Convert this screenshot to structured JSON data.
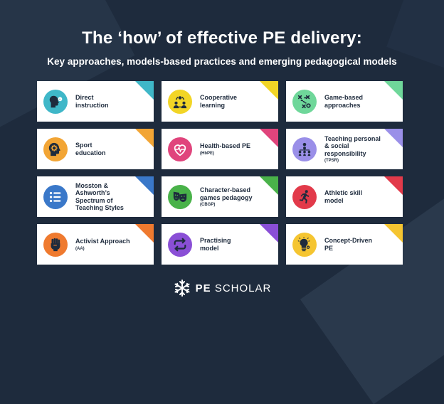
{
  "header": {
    "title": "The ‘how’ of effective PE delivery:",
    "subtitle": "Key approaches, models-based practices and emerging pedagogical models"
  },
  "cards": [
    {
      "label": "Direct\ninstruction",
      "abbr": "",
      "icon": "speaking-head-icon",
      "icon_color": "#3fb7c8",
      "corner_color": "#3fb7c8"
    },
    {
      "label": "Cooperative\nlearning",
      "abbr": "",
      "icon": "team-icon",
      "icon_color": "#f2d526",
      "corner_color": "#f2d526"
    },
    {
      "label": "Game-based\napproaches",
      "abbr": "",
      "icon": "tactics-icon",
      "icon_color": "#6fd79a",
      "corner_color": "#6fd79a"
    },
    {
      "label": "Sport\neducation",
      "abbr": "",
      "icon": "gear-head-icon",
      "icon_color": "#f2a535",
      "corner_color": "#f2a535"
    },
    {
      "label": "Health-based PE",
      "abbr": "(HbPE)",
      "icon": "heartbeat-icon",
      "icon_color": "#e0447c",
      "corner_color": "#e0447c"
    },
    {
      "label": "Teaching personal\n& social\nresponsibility",
      "abbr": "(TPSR)",
      "icon": "hierarchy-icon",
      "icon_color": "#9a8fe8",
      "corner_color": "#9a8fe8"
    },
    {
      "label": "Mosston &\nAshworth’s\nSpectrum of\nTeaching Styles",
      "abbr": "",
      "icon": "list-icon",
      "icon_color": "#3a78c9",
      "corner_color": "#3a78c9"
    },
    {
      "label": "Character-based\ngames pedagogy",
      "abbr": "(CBGP)",
      "icon": "masks-icon",
      "icon_color": "#49b249",
      "corner_color": "#49b249"
    },
    {
      "label": "Athletic skill\nmodel",
      "abbr": "",
      "icon": "runner-icon",
      "icon_color": "#e23a4a",
      "corner_color": "#e23a4a"
    },
    {
      "label": "Activist Approach",
      "abbr": "(AA)",
      "icon": "fist-icon",
      "icon_color": "#ef7a2f",
      "corner_color": "#ef7a2f"
    },
    {
      "label": "Practising\nmodel",
      "abbr": "",
      "icon": "repeat-icon",
      "icon_color": "#8a4fd6",
      "corner_color": "#8a4fd6"
    },
    {
      "label": "Concept-Driven\nPE",
      "abbr": "",
      "icon": "lightbulb-gear-icon",
      "icon_color": "#f5c531",
      "corner_color": "#f5c531"
    }
  ],
  "footer": {
    "brand_bold": "PE",
    "brand_rest": " SCHOLAR"
  }
}
